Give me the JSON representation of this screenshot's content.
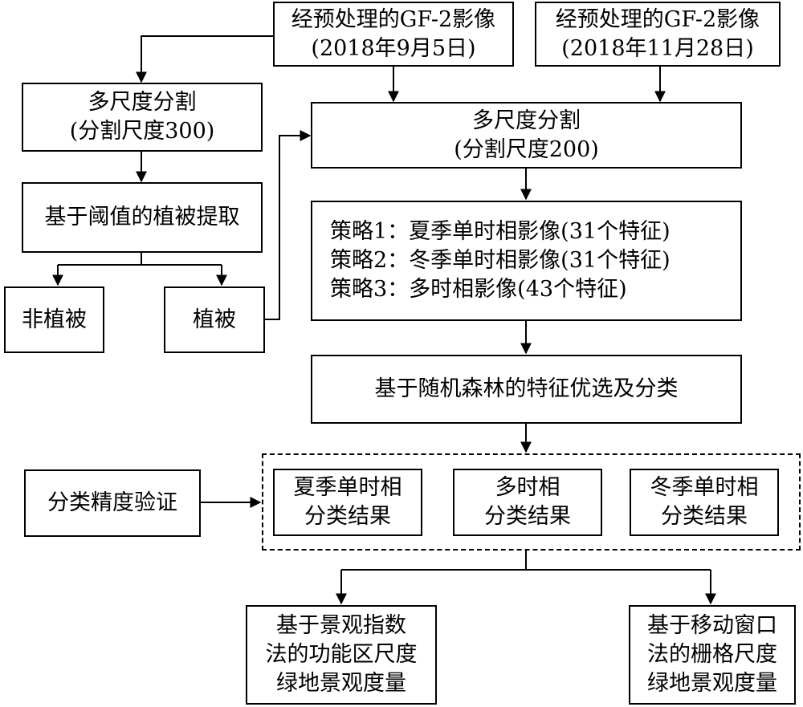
{
  "nodes": {
    "img_sep": {
      "line1": "经预处理的GF-2影像",
      "line2": "(2018年9月5日)"
    },
    "img_nov": {
      "line1": "经预处理的GF-2影像",
      "line2": "(2018年11月28日)"
    },
    "seg300": {
      "line1": "多尺度分割",
      "line2": "(分割尺度300)"
    },
    "seg200": {
      "line1": "多尺度分割",
      "line2": "(分割尺度200)"
    },
    "veg_extract": {
      "text": "基于阈值的植被提取"
    },
    "non_veg": {
      "text": "非植被"
    },
    "veg": {
      "text": "植被"
    },
    "strategies": {
      "s1": "策略1：夏季单时相影像(31个特征)",
      "s2": "策略2：冬季单时相影像(31个特征)",
      "s3": "策略3：多时相影像(43个特征)"
    },
    "rf": {
      "text": "基于随机森林的特征优选及分类"
    },
    "accuracy": {
      "text": "分类精度验证"
    },
    "res_summer": {
      "line1": "夏季单时相",
      "line2": "分类结果"
    },
    "res_multi": {
      "line1": "多时相",
      "line2": "分类结果"
    },
    "res_winter": {
      "line1": "冬季单时相",
      "line2": "分类结果"
    },
    "landscape_index": {
      "line1": "基于景观指数",
      "line2": "法的功能区尺度",
      "line3": "绿地景观度量"
    },
    "moving_window": {
      "line1": "基于移动窗口",
      "line2": "法的栅格尺度",
      "line3": "绿地景观度量"
    }
  }
}
